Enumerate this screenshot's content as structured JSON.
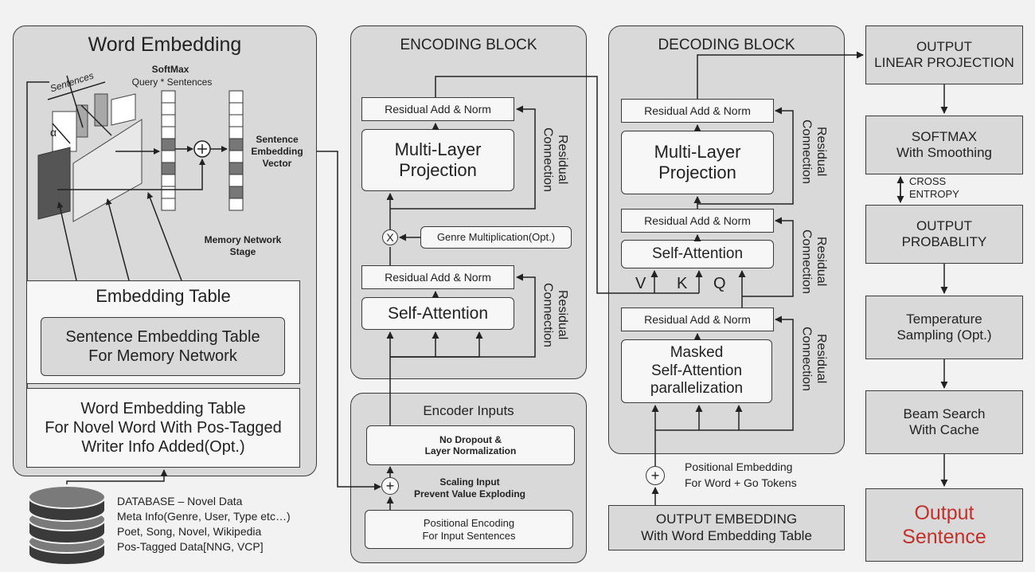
{
  "word_embedding": {
    "title": "Word Embedding",
    "softmax_title": "SoftMax",
    "softmax_sub": "Query * Sentences",
    "sentences_label": "Sentences",
    "alpha_label": "α",
    "sentence_vector_label": "Sentence\nEmbedding\nVector",
    "memory_stage_label": "Memory Network\nStage",
    "embedding_table_title": "Embedding Table",
    "sentence_table_label": "Sentence Embedding Table\nFor Memory Network",
    "word_table_label": "Word Embedding Table\nFor Novel Word With Pos-Tagged\nWriter Info Added(Opt.)"
  },
  "database": {
    "lines": "DATABASE – Novel Data\nMeta Info(Genre, User, Type etc…)\nPoet, Song, Novel, Wikipedia\nPos-Tagged Data[NNG, VCP]"
  },
  "encoding_block": {
    "title": "ENCODING BLOCK",
    "residual_norm_top": "Residual Add & Norm",
    "projection": "Multi-Layer\nProjection",
    "residual_connection_top": "Residual\nConnection",
    "multiply_symbol": "X",
    "genre_mult": "Genre Multiplication(Opt.)",
    "residual_norm_bottom": "Residual Add & Norm",
    "self_attention": "Self-Attention",
    "residual_connection_bottom": "Residual\nConnection"
  },
  "encoder_inputs": {
    "title": "Encoder Inputs",
    "no_dropout": "No Dropout &\nLayer Normalization",
    "scaling": "Scaling Input\nPrevent Value Exploding",
    "plus_symbol": "+",
    "positional": "Positional Encoding\nFor Input Sentences"
  },
  "decoding_block": {
    "title": "DECODING BLOCK",
    "residual_norm_top": "Residual Add & Norm",
    "projection": "Multi-Layer\nProjection",
    "residual_connection_1": "Residual\nConnection",
    "residual_norm_mid": "Residual Add & Norm",
    "self_attention": "Self-Attention",
    "residual_connection_2": "Residual\nConnection",
    "v_label": "V",
    "k_label": "K",
    "q_label": "Q",
    "residual_norm_bottom": "Residual Add & Norm",
    "masked": "Masked\nSelf-Attention\nparallelization",
    "residual_connection_3": "Residual\nConnection"
  },
  "decoder_inputs": {
    "plus_symbol": "+",
    "positional": "Positional Embedding\nFor Word + Go Tokens",
    "output_embedding": "OUTPUT EMBEDDING\nWith Word Embedding Table"
  },
  "output_pipeline": {
    "linear": "OUTPUT\nLINEAR PROJECTION",
    "softmax": "SOFTMAX\nWith Smoothing",
    "cross_entropy": "CROSS\nENTROPY",
    "probability": "OUTPUT\nPROBABLITY",
    "temperature": "Temperature\nSampling (Opt.)",
    "beam": "Beam Search\nWith Cache",
    "sentence": "Output\nSentence",
    "sentence_color": "#c0312b"
  }
}
